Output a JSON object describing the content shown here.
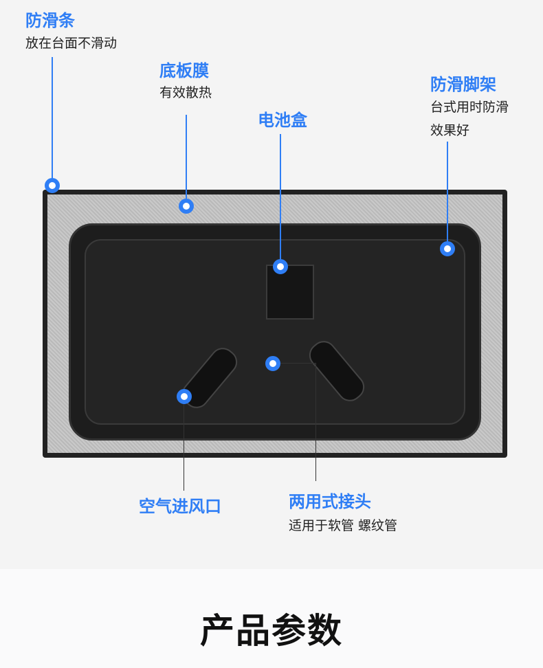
{
  "callouts": [
    {
      "title": "防滑条",
      "desc": "放在台面不滑动"
    },
    {
      "title": "底板膜",
      "desc": "有效散热"
    },
    {
      "title": "电池盒"
    },
    {
      "title": "防滑脚架",
      "desc": [
        "台式用时防滑",
        "效果好"
      ]
    },
    {
      "title": "空气进风口"
    },
    {
      "title": "两用式接头",
      "desc": "适用于软管 螺纹管"
    }
  ],
  "accent": "#2f7ef5",
  "section_title": "产品参数"
}
